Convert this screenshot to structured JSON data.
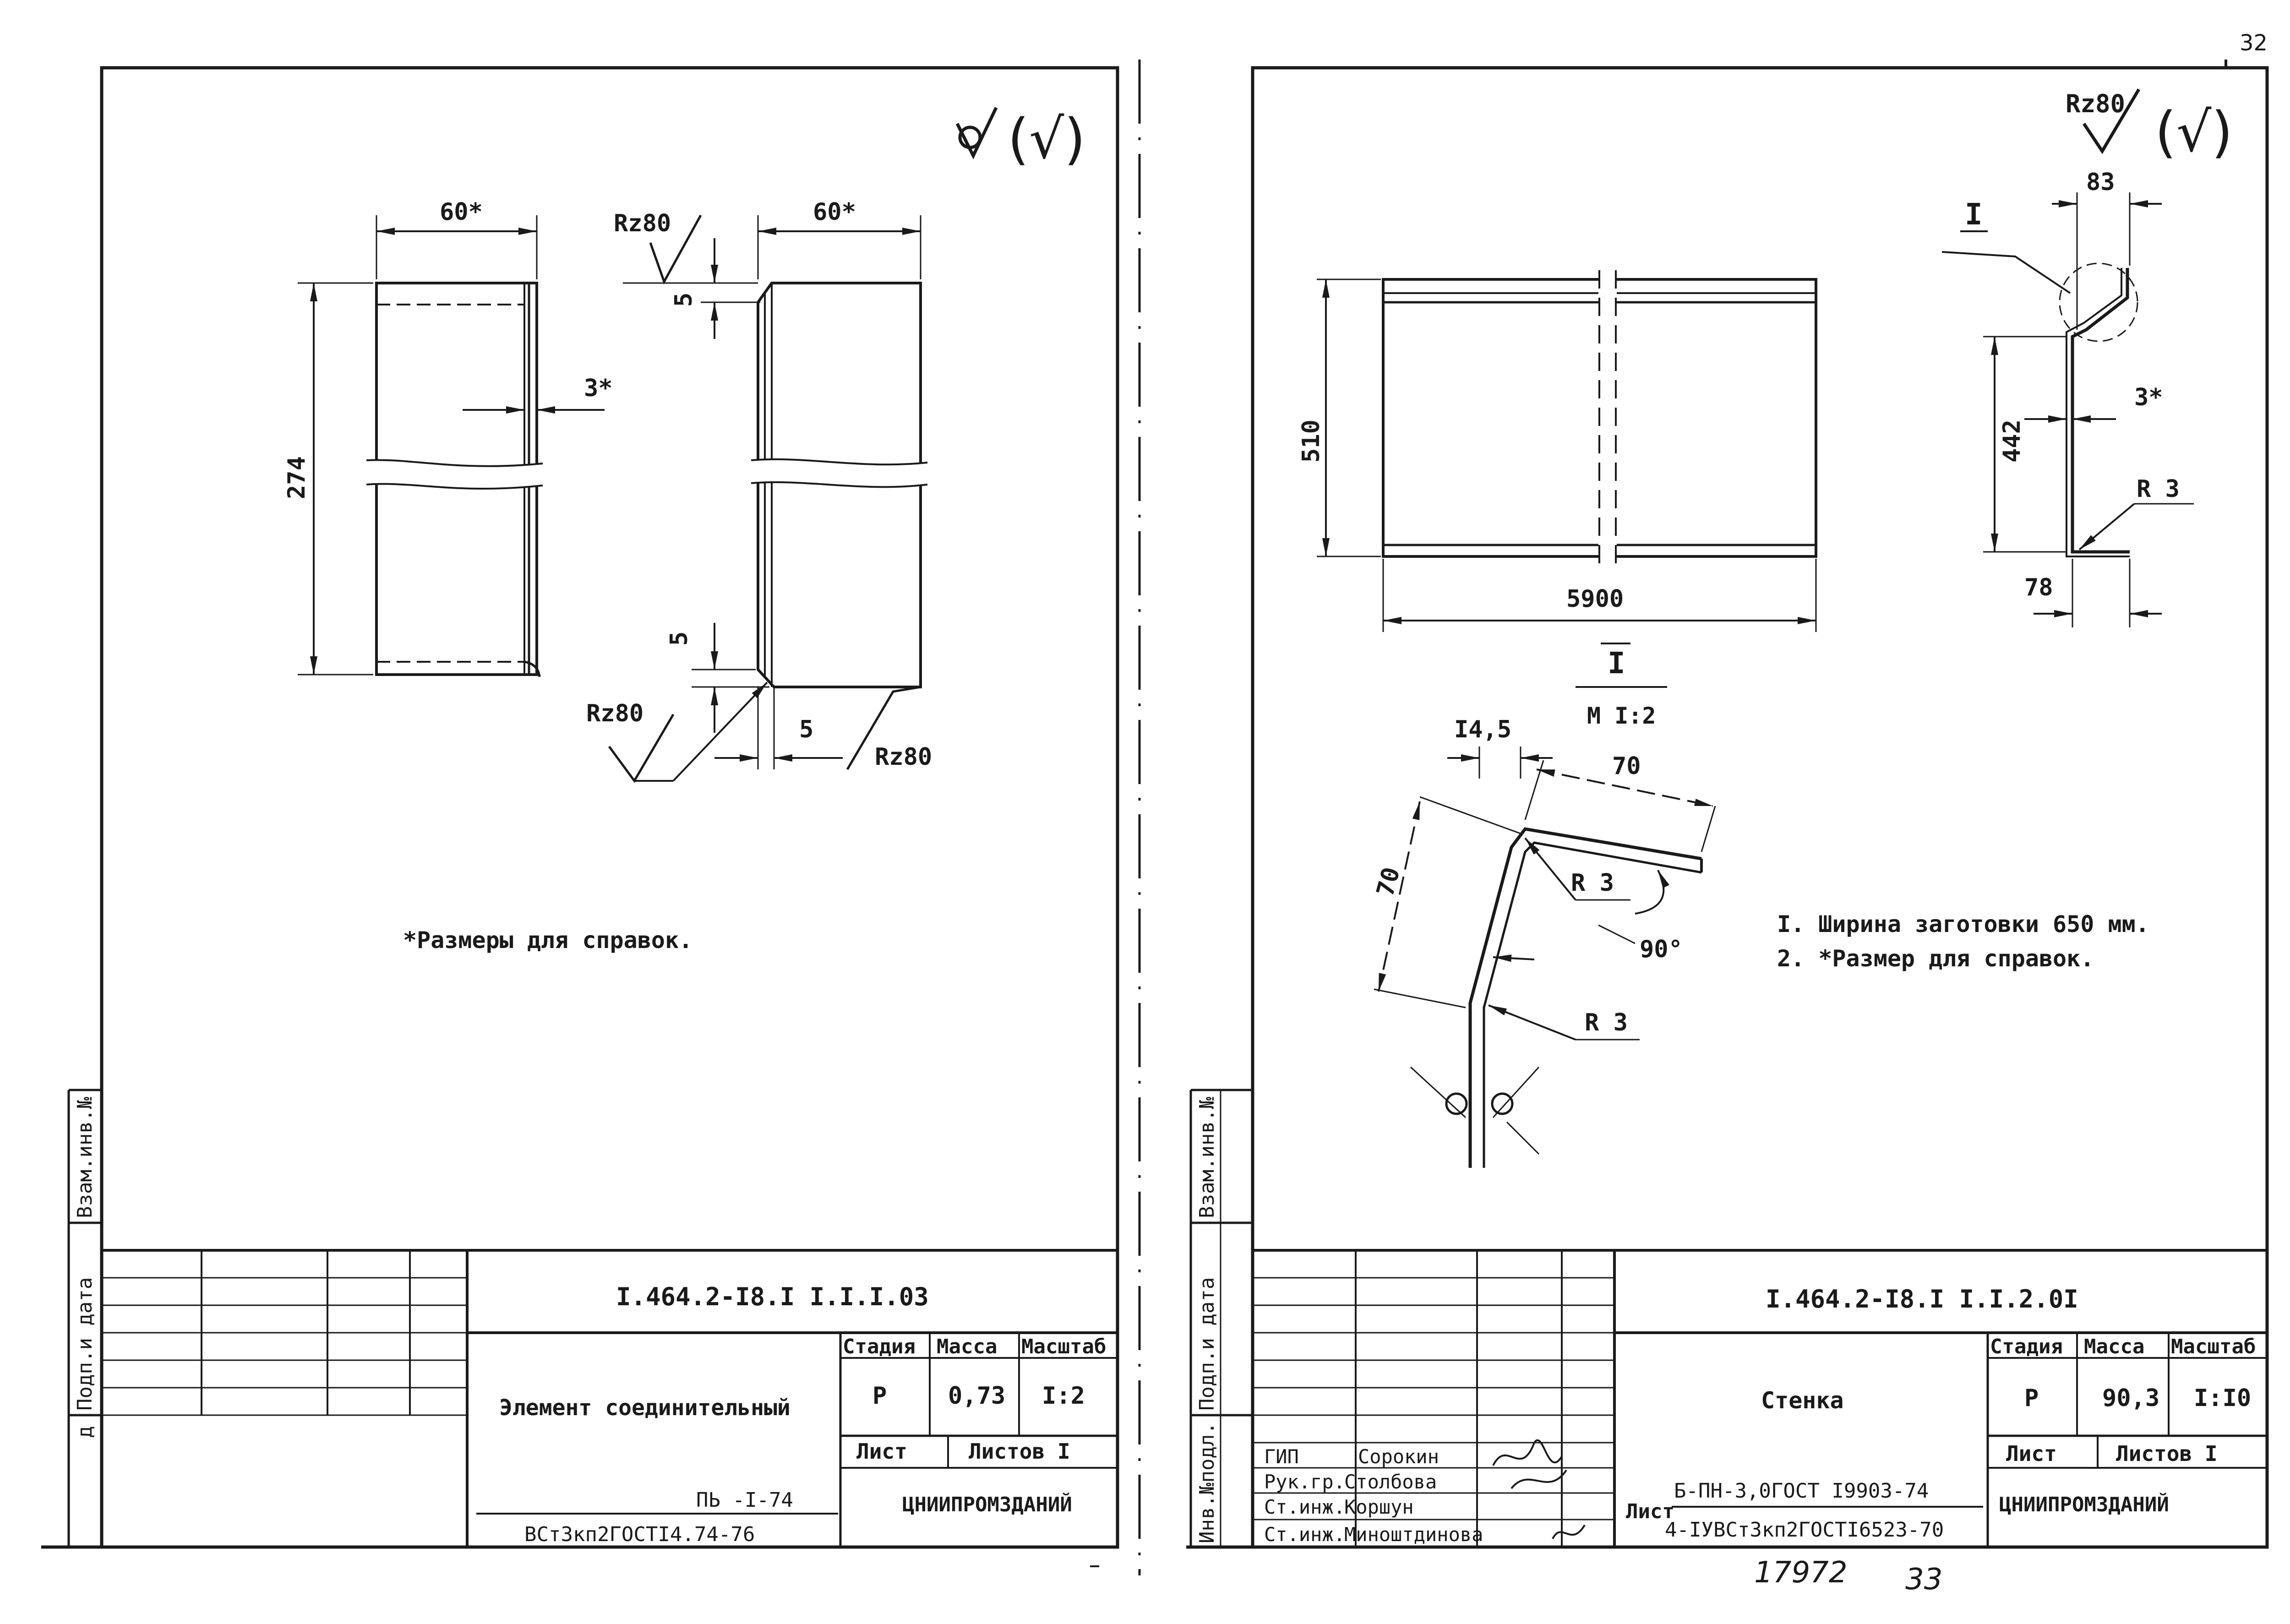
{
  "page_number": "32",
  "left_sheet": {
    "roughness_main": "(√)",
    "dim_width_1": "60*",
    "dim_width_2": "60*",
    "dim_height": "274",
    "dim_thickness": "3*",
    "rz_top": "Rz80",
    "rz_bottom_left": "Rz80",
    "rz_bottom_right": "Rz80",
    "dim_chamfer_top": "5",
    "dim_chamfer_bottom": "5",
    "dim_chamfer_horizontal": "5",
    "note": "*Размеры для справок.",
    "side_stamp": {
      "col1": "Взам.инв.№",
      "col2": "Подп.и дата",
      "col3": "д"
    },
    "title_block": {
      "code": "I.464.2-I8.I I.I.I.03",
      "name": "Элемент соединительный",
      "stage_header": "Стадия",
      "mass_header": "Масса",
      "scale_header": "Масштаб",
      "stage": "Р",
      "mass": "0,73",
      "scale": "I:2",
      "sheet_label": "Лист",
      "sheets_label": "Листов I",
      "material_1": "ПЬ -I-74",
      "material_2": "ВСт3кп2ГОСТI4.74-76",
      "org": "ЦНИИПРОМЗДАНИЙ"
    }
  },
  "right_sheet": {
    "roughness_main": "(√)",
    "rz_top": "Rz80",
    "dim_length": "5900",
    "dim_height": "510",
    "section_mark": "I",
    "dim_83": "83",
    "dim_442": "442",
    "dim_thickness": "3*",
    "radius_1": "R 3",
    "dim_78": "78",
    "detail_title": "I",
    "detail_scale": "М I:2",
    "dim_14_5": "I4,5",
    "dim_70_a": "70",
    "dim_70_b": "70",
    "detail_r3_a": "R 3",
    "detail_r3_b": "R 3",
    "angle": "90°",
    "notes": [
      "I. Ширина заготовки 650 мм.",
      "2. *Размер для справок."
    ],
    "side_stamp": {
      "col1": "Взам.инв.№",
      "col2": "Подп.и дата",
      "col3": "Инв.№подл."
    },
    "title_block": {
      "code": "I.464.2-I8.I I.I.2.0I",
      "name": "Стенка",
      "stage_header": "Стадия",
      "mass_header": "Масса",
      "scale_header": "Масштаб",
      "stage": "Р",
      "mass": "90,3",
      "scale": "I:I0",
      "sheet_label": "Лист",
      "sheets_label": "Листов I",
      "signatures": [
        {
          "role": "ГИП",
          "name": "Сорокин"
        },
        {
          "role": "Рук.гр.",
          "name": "Столбова"
        },
        {
          "role": "Ст.инж.",
          "name": "Коршун"
        },
        {
          "role": "Ст.инж.",
          "name": "Миноштдинова"
        }
      ],
      "material_prefix": "Лист",
      "material_1": "Б-ПН-3,0ГОСТ I9903-74",
      "material_2": "4-IУВСт3кп2ГОСТI6523-70",
      "org": "ЦНИИПРОМЗДАНИЙ"
    },
    "handwritten_1": "17972",
    "handwritten_2": "33"
  }
}
